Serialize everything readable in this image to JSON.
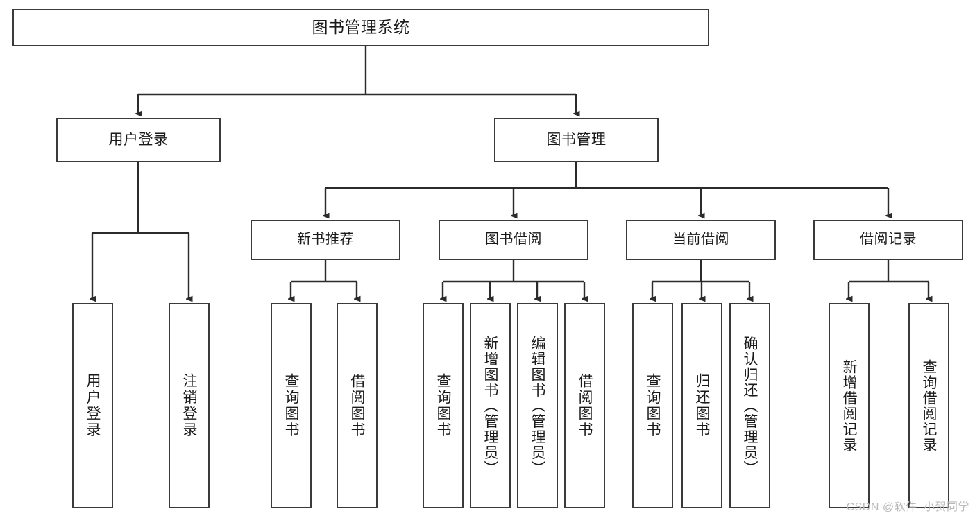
{
  "diagram": {
    "title": "图书管理系统",
    "root": {
      "label": "图书管理系统"
    },
    "level2": [
      {
        "label": "用户登录"
      },
      {
        "label": "图书管理"
      }
    ],
    "level3": [
      {
        "label": "新书推荐"
      },
      {
        "label": "图书借阅"
      },
      {
        "label": "当前借阅"
      },
      {
        "label": "借阅记录"
      }
    ],
    "leaves": [
      {
        "label": "用户登录",
        "parent": "用户登录"
      },
      {
        "label": "注销登录",
        "parent": "用户登录"
      },
      {
        "label": "查询图书",
        "parent": "新书推荐"
      },
      {
        "label": "借阅图书",
        "parent": "新书推荐"
      },
      {
        "label": "查询图书",
        "parent": "图书借阅"
      },
      {
        "label": "新增图书（管理员）",
        "parent": "图书借阅"
      },
      {
        "label": "编辑图书（管理员）",
        "parent": "图书借阅"
      },
      {
        "label": "借阅图书",
        "parent": "图书借阅"
      },
      {
        "label": "查询图书",
        "parent": "当前借阅"
      },
      {
        "label": "归还图书",
        "parent": "当前借阅"
      },
      {
        "label": "确认归还（管理员）",
        "parent": "当前借阅"
      },
      {
        "label": "新增借阅记录",
        "parent": "借阅记录"
      },
      {
        "label": "查询借阅记录",
        "parent": "借阅记录"
      }
    ],
    "watermark": "CSDN @软件_小贺同学",
    "colors": {
      "border": "#3a3a3a",
      "background": "#ffffff",
      "text": "#1a1a1a",
      "watermark": "#b9b9b9"
    }
  }
}
